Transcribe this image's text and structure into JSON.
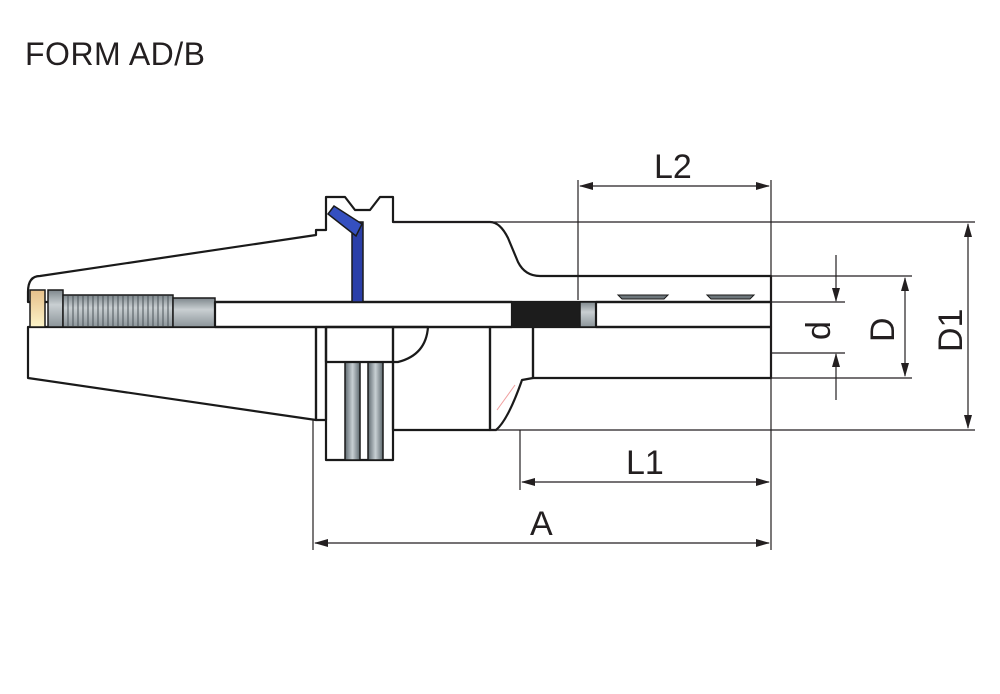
{
  "title": "FORM AD/B",
  "dimensions": {
    "L2": "L2",
    "L1": "L1",
    "A": "A",
    "d": "d",
    "D": "D",
    "D1": "D1"
  },
  "colors": {
    "section_fill": "#a8d8f0",
    "hatch": "#1a1a1a",
    "steel": "#8a959c",
    "insert": "#f2d9a8",
    "pin": "#2b3fa8",
    "line": "#231f20"
  }
}
